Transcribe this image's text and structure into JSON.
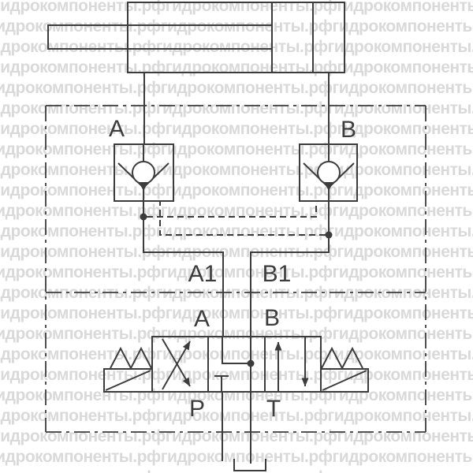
{
  "watermark": {
    "text": "гидрокомпоненты.рф",
    "color": "#d9d9d9"
  },
  "colors": {
    "line": "#3c3c3c",
    "background": "#ffffff"
  },
  "diagram": {
    "type": "hydraulic-schematic",
    "labels": {
      "cyl_port_a": "A",
      "cyl_port_b": "B",
      "lock_port_a1": "A1",
      "lock_port_b1": "B1",
      "valve_port_a": "A",
      "valve_port_b": "B",
      "valve_port_p": "P",
      "valve_port_t": "T"
    },
    "components": [
      "hydraulic-cylinder",
      "pilot-operated-check-valve-a",
      "pilot-operated-check-valve-b",
      "cross-pilot-lines",
      "directional-control-valve-4-3",
      "spring-left",
      "solenoid-left",
      "spring-right",
      "solenoid-right",
      "pressure-line-p",
      "tank-line-t",
      "tank-symbol"
    ]
  }
}
